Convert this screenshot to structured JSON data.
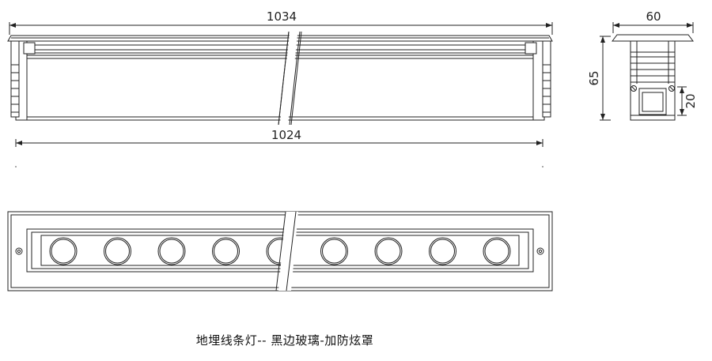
{
  "dimensions": {
    "length_outer": "1034",
    "length_inner": "1024",
    "width": "60",
    "height": "65",
    "lens_height": "20"
  },
  "caption": "地埋线条灯-- 黑边玻璃-加防炫罩",
  "led_count": 9
}
